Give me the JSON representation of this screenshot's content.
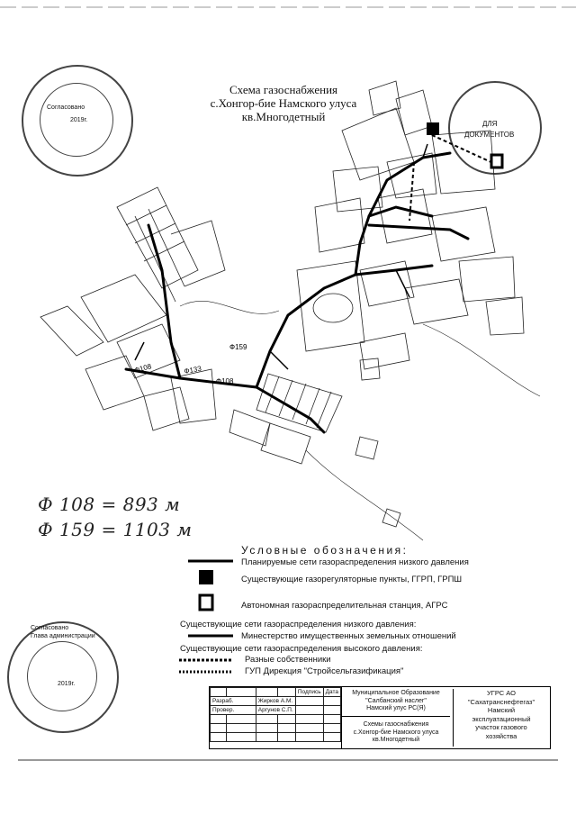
{
  "title": {
    "line1": "Схема газоснабжения",
    "line2": "с.Хонгор-бие Намского улуса",
    "line3": "кв.Многодетный"
  },
  "handwritten": {
    "d108": "Ф 108 = 893 м",
    "d159": "Ф 159 = 1103 м"
  },
  "map_labels": {
    "pipe_108": "Ф108",
    "pipe_133": "Ф133",
    "pipe_159": "Ф159"
  },
  "legend": {
    "title": "Условные обозначения:",
    "items": [
      {
        "label": "Планируемые сети газораспределения низкого давления"
      },
      {
        "label": "Существующие газорегуляторные пункты, ГГРП, ГРПШ"
      },
      {
        "label": "Автономная газораспределительная станция, АГРС"
      }
    ],
    "existing_low_header": "Существующие сети газораспределения низкого давления:",
    "existing_low_items": [
      {
        "label": "Минестерство имущественных земельных отношений"
      }
    ],
    "existing_high_header": "Существующие сети газораспределения высокого давления:",
    "existing_high_items": [
      {
        "label": "Разные собственники"
      },
      {
        "label": "ГУП Дирекция \"Стройсельгазификация\""
      }
    ]
  },
  "stamps": {
    "top_left_lines": [
      "Согласовано",
      "2019г."
    ],
    "top_right_lines": [
      "ДЛЯ",
      "ДОКУМЕНТОВ"
    ],
    "bottom_left_lines": [
      "Согласовано",
      "Глава администрации",
      "2019г."
    ]
  },
  "title_block": {
    "podpis": "Подпись",
    "data": "Дата",
    "razrab_role": "Разраб.",
    "razrab_name": "Жирков А.М.",
    "prover_role": "Провер.",
    "prover_name": "Аргунов С.П.",
    "org_line1": "Муниципальное Образование",
    "org_line2": "\"Салбанский наслег\"",
    "org_line3": "Намский улус РС(Я)",
    "scheme_line1": "Схемы газоснабжения",
    "scheme_line2": "с.Хонгор-бие Намского улуса",
    "scheme_line3": "кв.Многодетный",
    "company_line1": "УГРС АО",
    "company_line2": "\"Сахатранснефтегаз\"",
    "company_line3": "Намский",
    "company_line4": "эксплуатационный",
    "company_line5": "участок газового",
    "company_line6": "хозяйства"
  }
}
